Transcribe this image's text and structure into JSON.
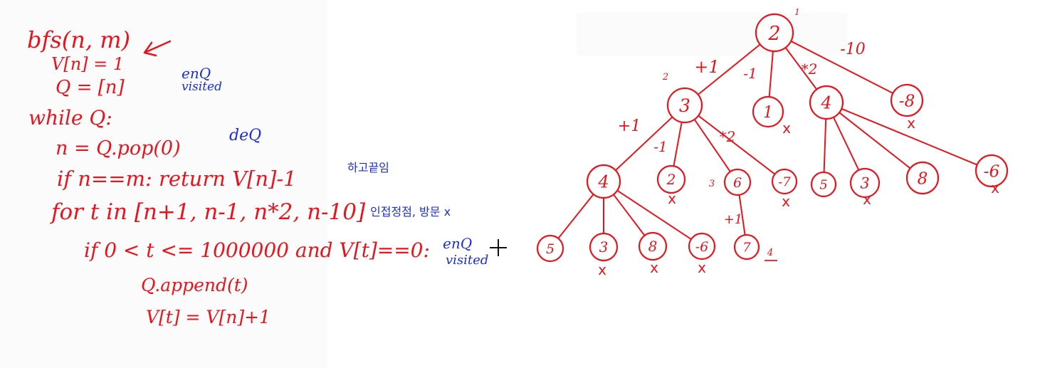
{
  "code": {
    "line1": "bfs(n, m)",
    "line2": "V[n] = 1",
    "line3": "Q = [n]",
    "line4": "while Q:",
    "line5": "n = Q.pop(0)",
    "line6": "if n==m: return V[n]-1",
    "line7": "for t in [n+1, n-1, n*2, n-10]",
    "line8": "if 0 < t <= 1000000 and V[t]==0:",
    "line9": "Q.append(t)",
    "line10": "V[t] = V[n]+1"
  },
  "notes": {
    "enq1a": "enQ",
    "enq1b": "visited",
    "deq": "deQ",
    "hangul1": "하고끝임",
    "hangul2": "인접정점, 방문 x",
    "enq2a": "enQ",
    "enq2b": "visited"
  },
  "tree": {
    "nodes": [
      {
        "id": "root",
        "label": "2"
      },
      {
        "id": "n3",
        "label": "3"
      },
      {
        "id": "n1",
        "label": "1"
      },
      {
        "id": "n4",
        "label": "4"
      },
      {
        "id": "nm8",
        "label": "-8"
      },
      {
        "id": "c4",
        "label": "4"
      },
      {
        "id": "c2",
        "label": "2"
      },
      {
        "id": "c6",
        "label": "6"
      },
      {
        "id": "cm7",
        "label": "-7"
      },
      {
        "id": "d5",
        "label": "5"
      },
      {
        "id": "d3",
        "label": "3"
      },
      {
        "id": "d8",
        "label": "8"
      },
      {
        "id": "dm6",
        "label": "-6"
      },
      {
        "id": "g5",
        "label": "5"
      },
      {
        "id": "g3",
        "label": "3"
      },
      {
        "id": "g8",
        "label": "8"
      },
      {
        "id": "gm6",
        "label": "-6"
      },
      {
        "id": "n7",
        "label": "7"
      }
    ],
    "edge_labels": [
      "+1",
      "-1",
      "*2",
      "-10",
      "+1",
      "-1",
      "*2",
      "+1"
    ],
    "level_labels": [
      "1",
      "2",
      "3",
      "4"
    ],
    "cross_mark": "x",
    "crossed": [
      "n1",
      "nm8",
      "c2",
      "cm7",
      "g3",
      "gm6",
      "d3",
      "d8",
      "dm6"
    ]
  },
  "colors": {
    "ink_red": "#e8141b",
    "ink_blue": "#1a2fd6"
  }
}
